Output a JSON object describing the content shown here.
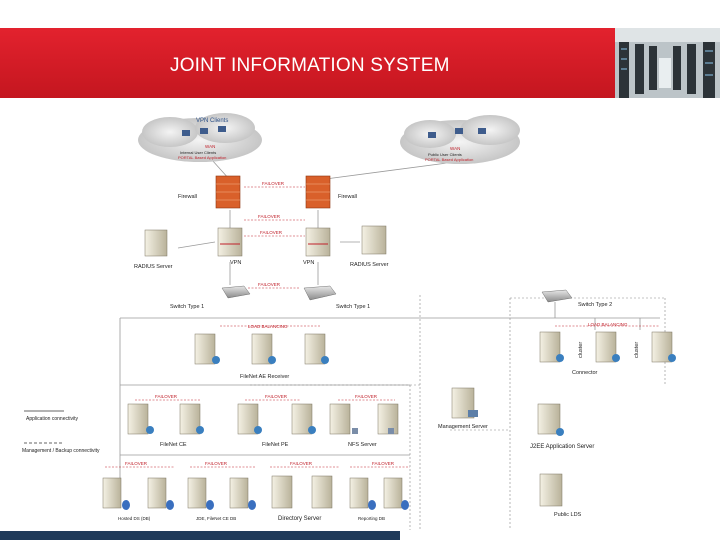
{
  "header": {
    "title": "JOINT INFORMATION SYSTEM"
  },
  "clouds": {
    "left": {
      "title": "VPN Clients",
      "wan": "WAN",
      "line1": "Internal User Clients",
      "line2": "PORTAL Based Application"
    },
    "right": {
      "wan": "WAN",
      "line1": "Public User Clients",
      "line2": "PORTAL Based Application"
    }
  },
  "firewalls": {
    "left": "Firewall",
    "right": "Firewall"
  },
  "failover": {
    "fw": "FAILOVER",
    "fw_vpn": "FAILOVER",
    "vpn": "FAILOVER",
    "switch": "FAILOVER",
    "load_balancing_left": "LOAD BALANCING",
    "load_balancing_right": "LOAD BALANCING",
    "mid1": "FAILOVER",
    "mid2": "FAILOVER",
    "mid3": "FAILOVER",
    "low1": "FAILOVER",
    "low2": "FAILOVER",
    "low3": "FAILOVER",
    "low4": "FAILOVER"
  },
  "servers": {
    "radius_left": "RADIUS Server",
    "vpn_left": "VPN",
    "vpn_right": "VPN",
    "radius_right": "RADIUS Server",
    "filenet_ae": "FileNet AE Receiver",
    "connector": "Connector",
    "cluster_a": "cluster",
    "cluster_b": "cluster",
    "filenet_ce": "FileNet CE",
    "filenet_pe": "FileNet PE",
    "nfs": "NFS Server",
    "management": "Management Server",
    "j2ee": "J2EE Application Server",
    "hosted_ds": "Hosted DS (DB)",
    "jde_filenet": "JDE, FileNet CE DB",
    "directory": "Directory Server",
    "reporting": "Reporting DB",
    "public_lds": "Public LDS"
  },
  "switches": {
    "left": "Switch Type 1",
    "mid": "Switch Type 1",
    "right": "Switch Type 2"
  },
  "legend": {
    "app": "Application connectivity",
    "mgmt": "Management / Backup connectivity"
  }
}
